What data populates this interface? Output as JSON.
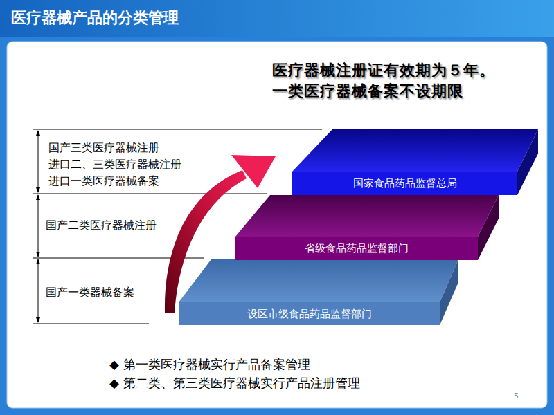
{
  "diagram": {
    "title": "医疗器械产品的分类管理",
    "nodes": [
      {
        "text": [
          "国家食品药品监督总局"
        ]
      },
      {
        "text": [
          "省级食品药品监督部门"
        ]
      },
      {
        "text": [
          "设区市级食品药品监督部门"
        ]
      }
    ],
    "labels": [
      "医疗器械注册证有效期为５年。",
      "一类医疗器械备案不设期限",
      "国产三类医疗器械注册",
      "进口二、三类医疗器械注册",
      "进口一类医疗器械备案",
      "国产二类医疗器械注册",
      "国产一类器械备案",
      "◆ 第一类医疗器械实行产品备案管理",
      "◆ 第二类、第三类医疗器械实行产品注册管理",
      "5"
    ]
  }
}
